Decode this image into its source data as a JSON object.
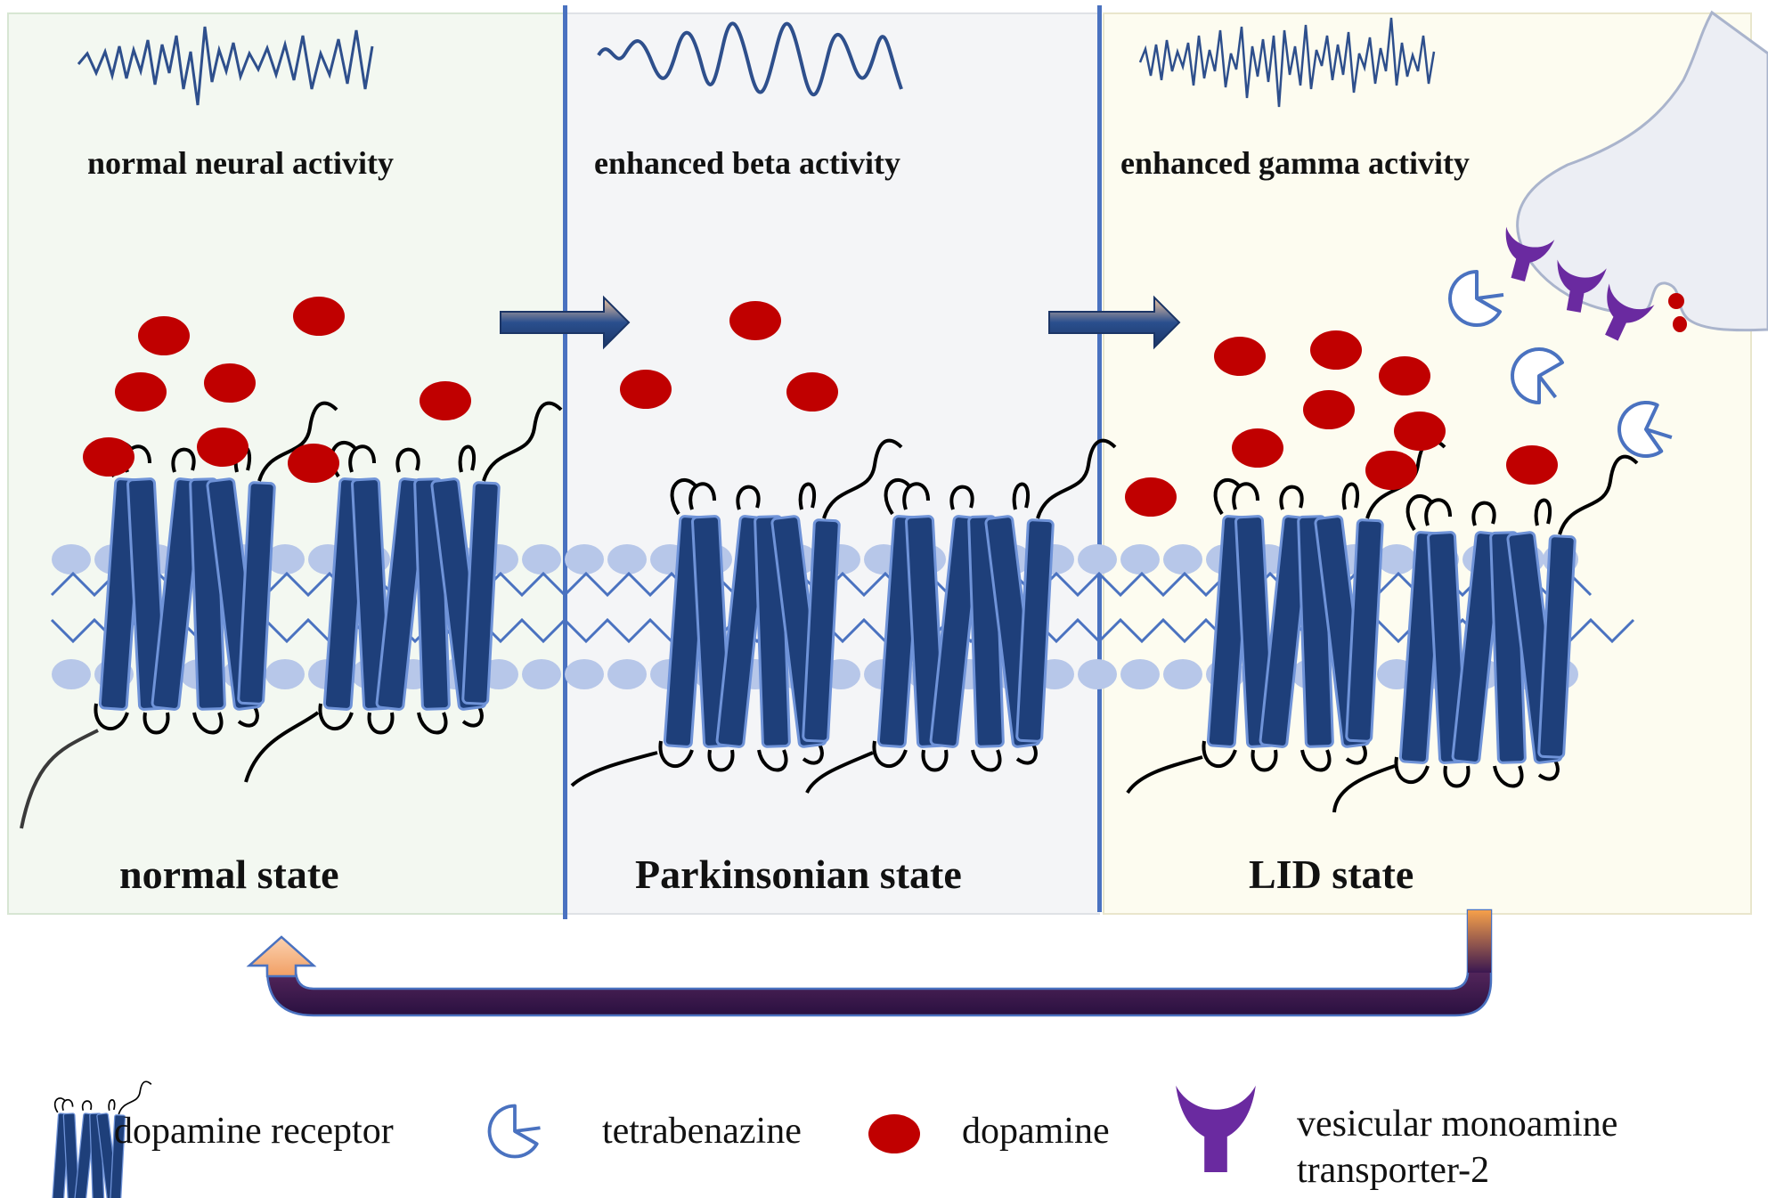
{
  "panels": [
    {
      "wave_label": "normal neural activity",
      "state_label": "normal state"
    },
    {
      "wave_label": "enhanced beta activity",
      "state_label": "Parkinsonian state"
    },
    {
      "wave_label": "enhanced gamma activity",
      "state_label": "LID state"
    }
  ],
  "legend": {
    "receptor": "dopamine receptor",
    "tetrabenazine": "tetrabenazine",
    "dopamine": "dopamine",
    "vmat2_line1": "vesicular monoamine",
    "vmat2_line2": "transporter-2"
  },
  "colors": {
    "receptor": "#1e3f7a",
    "dopamine": "#c00000",
    "tetrabenazine": "#4a72c0",
    "vmat2": "#6a2aa0",
    "membrane": "#b7c7e9",
    "divider": "#4a72c0"
  }
}
